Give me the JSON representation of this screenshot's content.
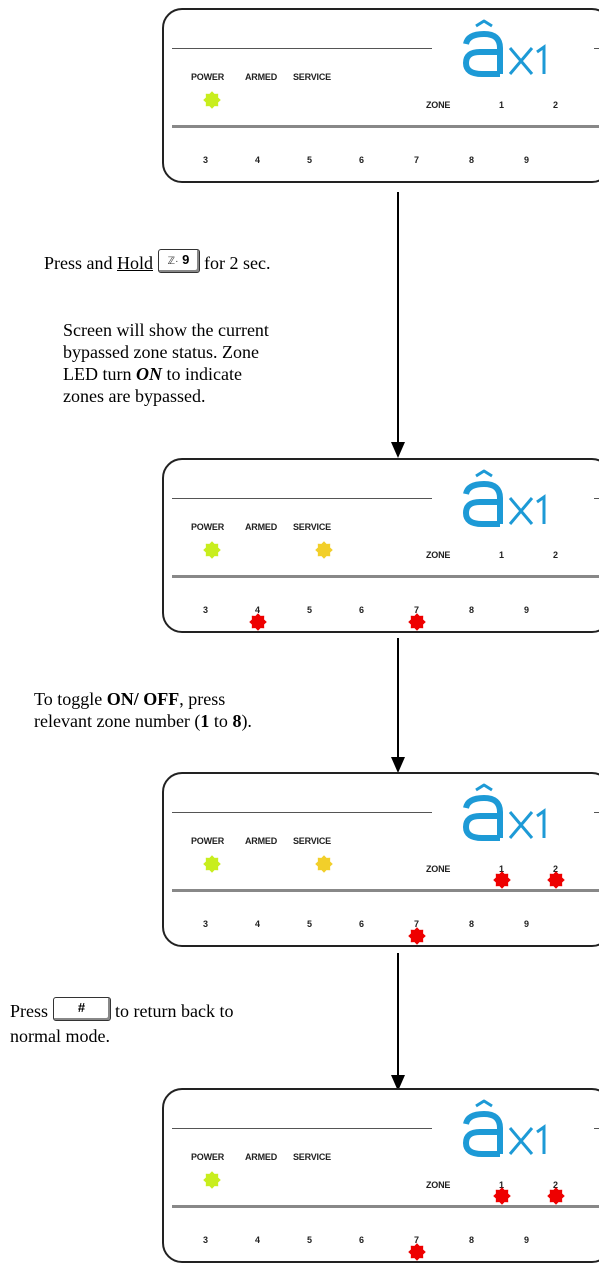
{
  "labels": {
    "power": "POWER",
    "armed": "ARMED",
    "service": "SERVICE",
    "zone": "ZONE"
  },
  "zones_top": [
    "1",
    "2"
  ],
  "zones_bottom": [
    "3",
    "4",
    "5",
    "6",
    "7",
    "8",
    "9"
  ],
  "colors": {
    "power_led": "#c8ee1e",
    "service_led": "#f2cf2a",
    "zone_led": "#ee0000",
    "logo": "#1d9ad6"
  },
  "panels": [
    {
      "name": "panel-1",
      "power": true,
      "service": false,
      "zones_on": []
    },
    {
      "name": "panel-2",
      "power": true,
      "service": true,
      "zones_on": [
        "4",
        "7"
      ]
    },
    {
      "name": "panel-3",
      "power": true,
      "service": true,
      "zones_on": [
        "1",
        "2",
        "7"
      ]
    },
    {
      "name": "panel-4",
      "power": true,
      "service": false,
      "zones_on": [
        "1",
        "2",
        "7"
      ]
    }
  ],
  "steps": {
    "step1": {
      "prefix": "Press and ",
      "hold": "Hold",
      "key_symbol": "ℤ·",
      "key_digit": "9",
      "suffix": " for 2 sec."
    },
    "step1_desc": {
      "line1": "Screen will show the current",
      "line2": "bypassed zone status. Zone",
      "line3_pre": "LED turn ",
      "line3_on": "ON",
      "line3_post": " to indicate",
      "line4": "zones are bypassed."
    },
    "step2": {
      "pre": "To toggle ",
      "bold1": "ON/ OFF",
      "mid": ", press",
      "line2_pre": "relevant zone number (",
      "b1": "1",
      "to": " to ",
      "b8": "8",
      "line2_post": ")."
    },
    "step3": {
      "press": "Press ",
      "key": "#",
      "suffix": " to return back to",
      "line2": "normal mode."
    }
  },
  "icons": {
    "logo": "ax1-logo",
    "arrow": "down-arrow"
  }
}
